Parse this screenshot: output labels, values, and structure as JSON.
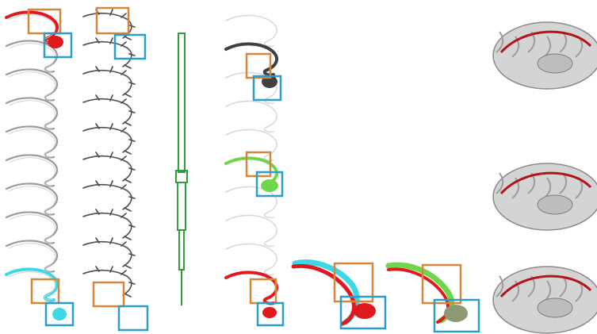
{
  "figure": {
    "columns": [
      {
        "name": "sulcus-outline-column-1",
        "sulci": 10,
        "highlight_first": "#e0191f",
        "highlight_last": "#3fd7e4"
      },
      {
        "name": "sulcus-branch-column-2",
        "sulci": 10
      },
      {
        "name": "dendrogram-tree"
      },
      {
        "name": "sulcus-faded-column-3",
        "sulci": 10,
        "highlight_dark": "#404040",
        "highlight_green": "#6fd649",
        "highlight_red": "#e0191f"
      },
      {
        "name": "overlay-red-cyan"
      },
      {
        "name": "overlay-red-green"
      },
      {
        "name": "brain-medial-views",
        "count": 3
      }
    ],
    "colors": {
      "orange_box": "#d9843b",
      "blue_box": "#2a9ec6",
      "tree": "#2f9e3a",
      "red": "#e0191f",
      "cyan": "#3fd7e4",
      "green": "#6fd649",
      "dark": "#404040"
    }
  }
}
